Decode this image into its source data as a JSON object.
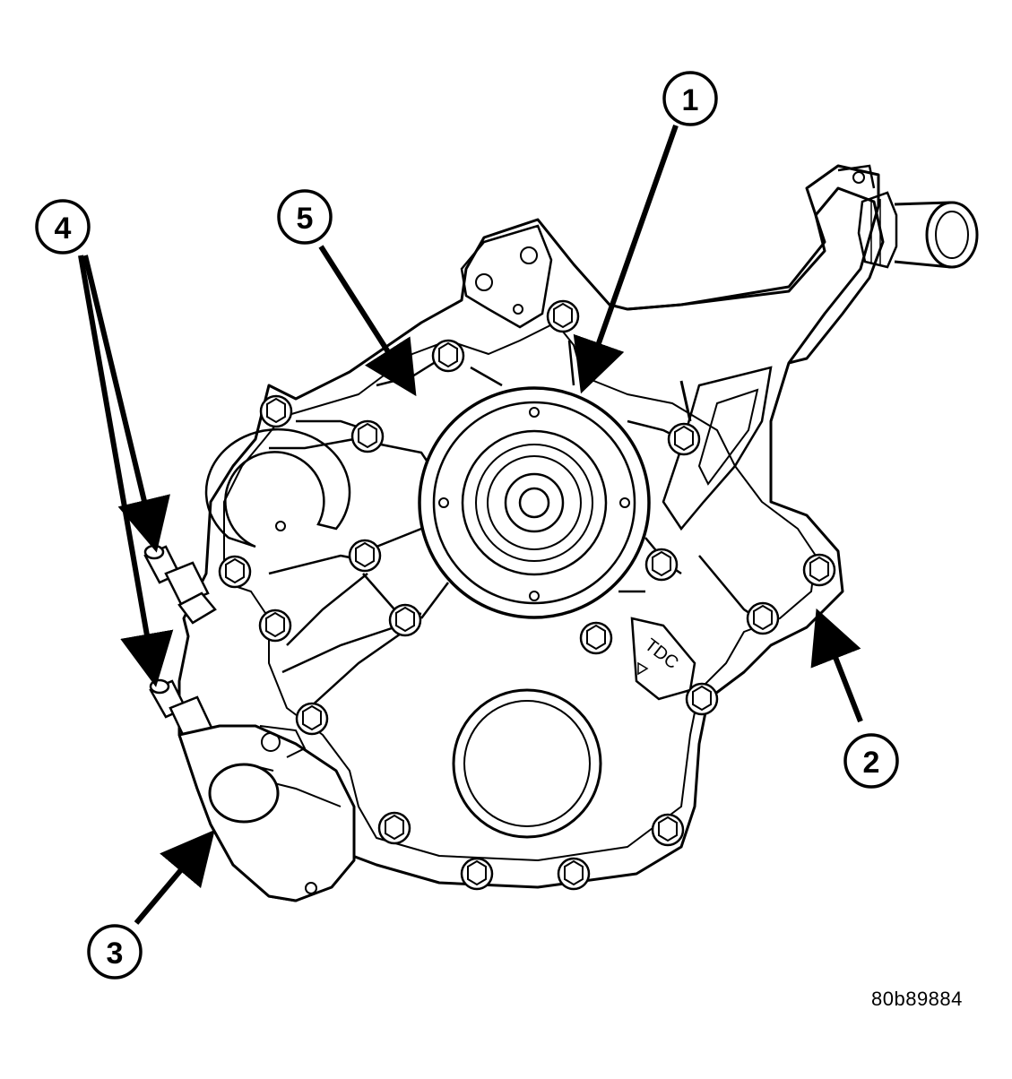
{
  "callouts": [
    {
      "id": "1",
      "label": "1"
    },
    {
      "id": "2",
      "label": "2"
    },
    {
      "id": "3",
      "label": "3"
    },
    {
      "id": "4",
      "label": "4"
    },
    {
      "id": "5",
      "label": "5"
    }
  ],
  "markings": {
    "tdc": "TDC"
  },
  "figure_id": "80b89884",
  "colors": {
    "ink": "#000000",
    "paper": "#ffffff"
  }
}
